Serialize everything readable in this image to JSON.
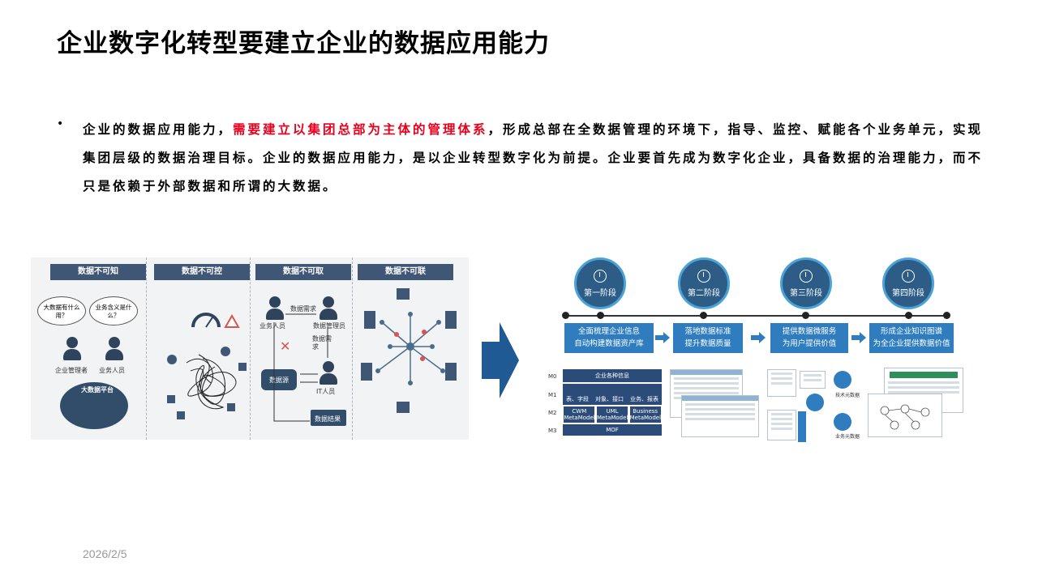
{
  "title": "企业数字化转型要建立企业的数据应用能力",
  "bullet": {
    "dot": "•",
    "text_before": "企业的数据应用能力，",
    "highlight": "需要建立以集团总部为主体的管理体系",
    "text_after": "，形成总部在全数据管理的环境下，指导、监控、赋能各个业务单元，实现集团层级的数据治理目标。企业的数据应用能力，是以企业转型数字化为前提。企业要首先成为数字化企业，具备数据的治理能力，而不只是依赖于外部数据和所谓的大数据。",
    "highlight_color": "#e8001c"
  },
  "left_figure": {
    "columns": [
      "数据不可知",
      "数据不可控",
      "数据不可取",
      "数据不可联"
    ],
    "bubbles": [
      "大数据有什么用？",
      "业务含义是什么？"
    ],
    "people": [
      "企业管理者",
      "业务人员"
    ],
    "platform": "大数据平台",
    "flow": {
      "need_top": "数据需求",
      "biz": "业务人员",
      "admin": "数据管理员",
      "need_side": "数据需求",
      "source": "数据源",
      "it": "IT人员",
      "result": "数据结果"
    }
  },
  "right_figure": {
    "stages": [
      "第一阶段",
      "第二阶段",
      "第三阶段",
      "第四阶段"
    ],
    "boxes": [
      [
        "全面梳理企业信息",
        "自动构建数据资产库"
      ],
      [
        "落地数据标准",
        "提升数据质量"
      ],
      [
        "提供数据微服务",
        "为用户提供价值"
      ],
      [
        "形成企业知识图谱",
        "为全企业提供数据价值"
      ]
    ],
    "meta": {
      "levels": [
        "M0",
        "M1",
        "M2",
        "M3"
      ],
      "m0": "企业各种信息",
      "m1": [
        "表、字段",
        "对象、接口",
        "业务、报表"
      ],
      "m2": [
        "CWM MetaModel",
        "UML MetaModel",
        "Business MetaModel"
      ],
      "m3": "MOF"
    },
    "stage3_labels": [
      "技术元数据",
      "业务元数据"
    ],
    "colors": {
      "stage": "#2d5d86",
      "box": "#2f7dbf",
      "header": "#3f5674"
    }
  },
  "footer": {
    "date": "2026/2/5"
  }
}
